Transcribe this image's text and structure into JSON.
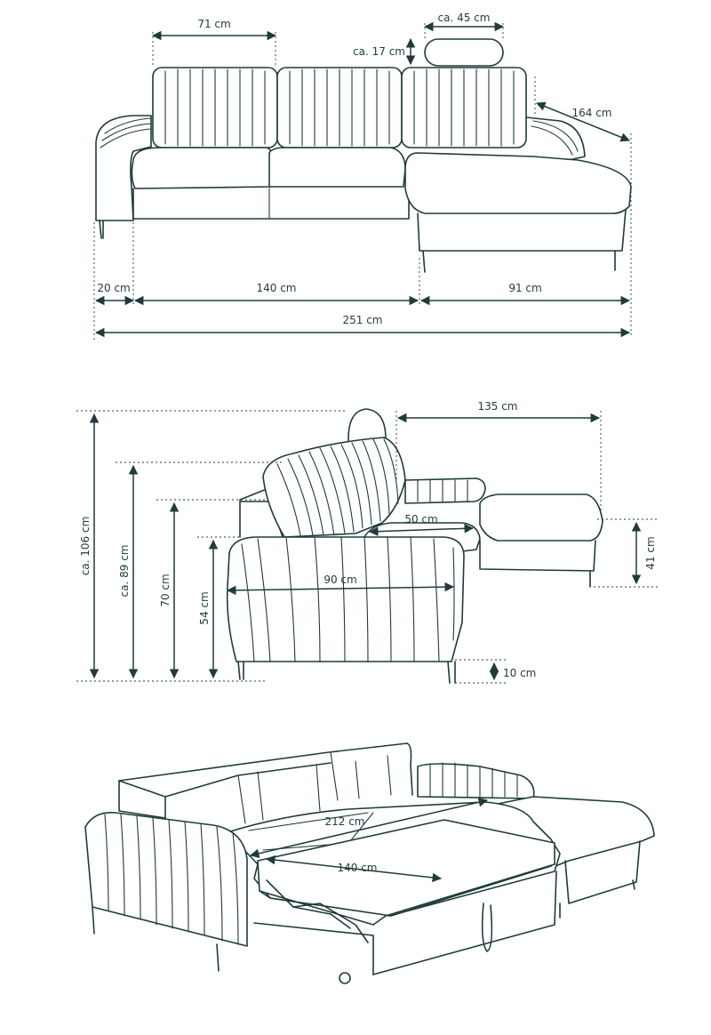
{
  "top_view": {
    "headrest_width": "ca. 45 cm",
    "headrest_height": "ca. 17 cm",
    "back_cushion_width": "71 cm",
    "depth_chaise": "164 cm",
    "arm_width": "20 cm",
    "seat_width": "140 cm",
    "chaise_width": "91 cm",
    "total_width": "251 cm"
  },
  "side_view": {
    "total_height": "ca. 106 cm",
    "back_height": "ca. 89 cm",
    "back_height_low": "70 cm",
    "arm_height": "54 cm",
    "chaise_length": "135 cm",
    "seat_depth": "50 cm",
    "seat_depth_total": "90 cm",
    "seat_height": "41 cm",
    "leg_height": "10 cm"
  },
  "bed_view": {
    "bed_length": "212 cm",
    "bed_width": "140 cm"
  }
}
